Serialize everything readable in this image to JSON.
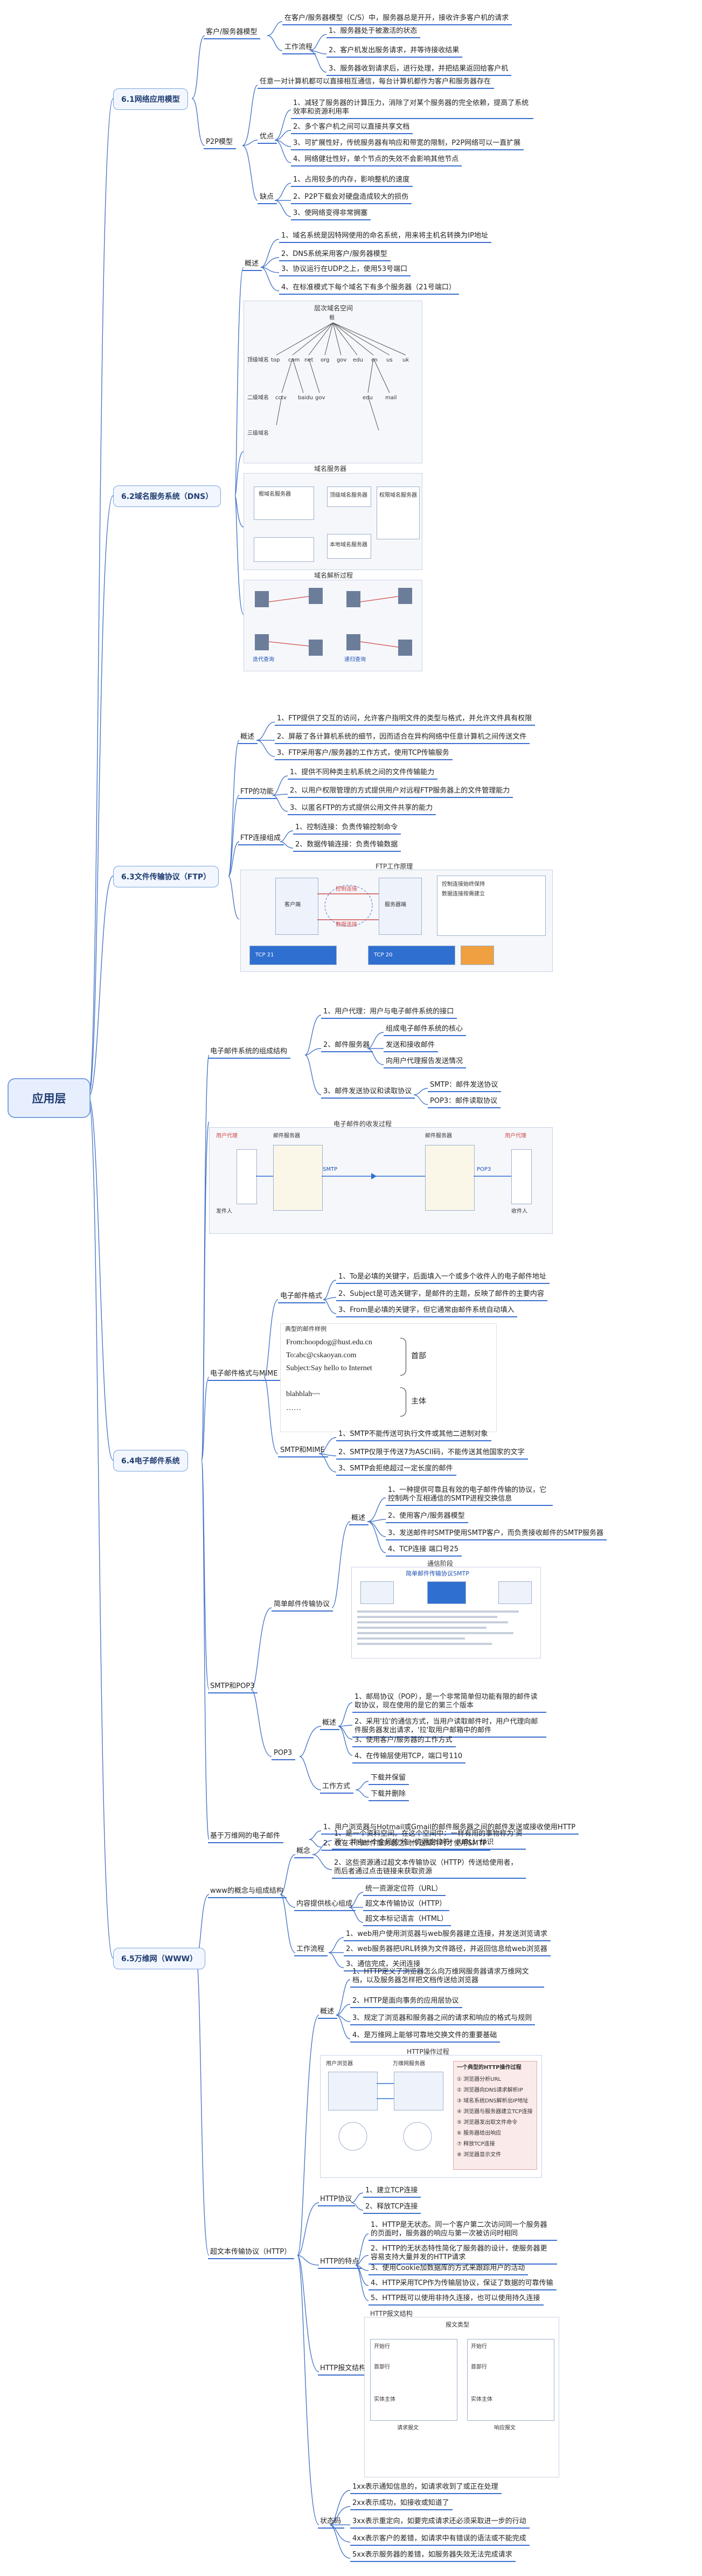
{
  "root": {
    "label": "应用层"
  },
  "sections": {
    "s1": {
      "label": "6.1网络应用模型"
    },
    "s2": {
      "label": "6.2域名服务系统（DNS）"
    },
    "s3": {
      "label": "6.3文件传输协议（FTP）"
    },
    "s4": {
      "label": "6.4电子邮件系统"
    },
    "s5": {
      "label": "6.5万维网（WWW）"
    }
  },
  "s1": {
    "cs": {
      "label": "客户/服务器模型",
      "desc": "在客户/服务器模型（C/S）中，服务器总是开开，接收许多客户机的请求",
      "flow_label": "工作流程",
      "flow": [
        "1、服务器处于被激活的状态",
        "2、客户机发出服务请求，并等待接收结果",
        "3、服务器收到请求后，进行处理，并把结果返回给客户机"
      ]
    },
    "p2p": {
      "label": "P2P模型",
      "desc": "任意一对计算机都可以直接相互通信，每台计算机都作为客户和服务器存在",
      "adv_label": "优点",
      "adv": [
        "1、减轻了服务器的计算压力，消除了对某个服务器的完全依赖，提高了系统效率和资源利用率",
        "2、多个客户机之间可以直接共享文档",
        "3、可扩展性好，传统服务器有响应和带宽的限制，P2P网络可以一直扩展",
        "4、网络健壮性好，单个节点的失效不会影响其他节点"
      ],
      "dis_label": "缺点",
      "dis": [
        "1、占用较多的内存，影响整机的速度",
        "2、P2P下载会对硬盘造成较大的损伤",
        "3、使网络变得非常拥塞"
      ]
    }
  },
  "s2": {
    "overview_label": "概述",
    "overview": [
      "1、域名系统是因特网使用的命名系统，用来将主机名转换为IP地址",
      "2、DNS系统采用客户/服务器模型",
      "3、协议运行在UDP之上，使用53号端口",
      "4、在标准模式下每个域名下有多个服务器（21号端口）"
    ],
    "fig1_title": "层次域名空间",
    "fig2_title": "域名服务器",
    "fig3_title": "域名解析过程",
    "tree": {
      "root": "根",
      "level1": [
        "top",
        "com",
        "net",
        "org",
        "gov",
        "edu",
        "cn",
        "us",
        "uk"
      ],
      "level2": [
        "cctv",
        "baidu",
        "gov",
        "edu",
        "mail"
      ],
      "rows": [
        "顶级域名",
        "二级域名",
        "三级域名"
      ]
    },
    "server_tags": [
      "根域名服务器",
      "顶级域名服务器",
      "权限域名服务器",
      "本地域名服务器"
    ],
    "resolve_labels": [
      "迭代查询",
      "递归查询"
    ]
  },
  "s3": {
    "overview_label": "概述",
    "overview": [
      "1、FTP提供了交互的访问，允许客户指明文件的类型与格式，并允许文件具有权限",
      "2、屏蔽了各计算机系统的细节，因而适合在异构网络中任意计算机之间传送文件",
      "3、FTP采用客户/服务器的工作方式，使用TCP传输服务"
    ],
    "func_label": "FTP的功能",
    "func": [
      "1、提供不同种类主机系统之间的文件传输能力",
      "2、以用户权限管理的方式提供用户对远程FTP服务器上的文件管理能力",
      "3、以匿名FTP的方式提供公用文件共享的能力"
    ],
    "conn_label": "FTP连接组成",
    "conn": [
      "1、控制连接：负责传输控制命令",
      "2、数据传输连接：负责传输数据"
    ],
    "fig_title": "FTP工作原理",
    "fig_labels": {
      "client": "客户端",
      "server": "服务器端",
      "ctrl": "控制连接",
      "data": "数据连接",
      "port21": "TCP 21",
      "port20": "TCP 20",
      "note1": "控制连接始终保持",
      "note2": "数据连接按需建立"
    }
  },
  "s4": {
    "composition_label": "电子邮件系统的组成结构",
    "composition": [
      "1、用户代理：用户与电子邮件系统的接口"
    ],
    "mailserver_label": "2、邮件服务器",
    "mailserver": [
      "组成电子邮件系统的核心",
      "发送和接收邮件",
      "向用户代理报告发送情况"
    ],
    "protocol_label": "3、邮件发送协议和读取协议",
    "protocol": [
      "SMTP：邮件发送协议",
      "POP3：邮件读取协议"
    ],
    "fig1_title": "电子邮件的收发过程",
    "fig1_labels": {
      "ua_send": "用户代理",
      "ua_recv": "用户代理",
      "srv_send": "邮件服务器",
      "srv_recv": "邮件服务器",
      "smtp": "SMTP",
      "pop3": "POP3",
      "sender": "发件人",
      "receiver": "收件人"
    },
    "format_label": "电子邮件格式与MIME",
    "mailformat_label": "电子邮件格式",
    "mailformat": [
      "1、To是必填的关键字，后面填入一个或多个收件人的电子邮件地址",
      "2、Subject是可选关键字，是邮件的主题，反映了邮件的主要内容",
      "3、From是必填的关键字，但它通常由邮件系统自动填入"
    ],
    "sample_title": "典型的邮件样例",
    "sample_header": [
      "From:hoopdog@hust.edu.cn",
      "To:abc@cskaoyan.com",
      "Subject:Say hello to Internet"
    ],
    "sample_body": [
      "blahblah~~",
      "……"
    ],
    "header_brace": "首部",
    "body_brace": "主体",
    "mime_label": "SMTP和MIME",
    "mime": [
      "1、SMTP不能传送可执行文件或其他二进制对象",
      "2、SMTP仅限于传送7为ASCII码，不能传送其他国家的文字",
      "3、SMTP会拒绝超过一定长度的邮件"
    ],
    "smtppop_label": "SMTP和POP3",
    "smtp_label": "简单邮件传输协议",
    "smtp_ov_label": "概述",
    "smtp_ov": [
      "1、一种提供可靠且有效的电子邮件传输的协议，它控制两个互相通信的SMTP进程交换信息",
      "2、使用客户/服务器模型",
      "3、发送邮件时SMTP使用SMTP客户，而负责接收邮件的SMTP服务器",
      "4、TCP连接 端口号25"
    ],
    "smtp_fig_title": "通信阶段",
    "smtp_fig_head": "简单邮件传输协议SMTP",
    "pop3_label": "POP3",
    "pop3_ov_label": "概述",
    "pop3_ov": [
      "1、邮局协议（POP），是一个非常简单但功能有限的邮件读取协议，现在使用的是它的第三个版本",
      "2、采用'拉'的通信方式，当用户读取邮件时，用户代理向邮件服务器发出请求，'拉'取用户邮箱中的邮件",
      "3、使用客户/服务器的工作方式",
      "4、在传输层使用TCP，端口号110"
    ],
    "mode_label": "工作方式",
    "mode": [
      "下载并保留",
      "下载并删除"
    ],
    "web_label": "基于万维网的电子邮件",
    "web": [
      "1、用户浏览器与Hotmail或Gmail的邮件服务器之间的邮件发送或接收使用HTTP",
      "2、仅在不同邮件服务器之间传送邮件时才使用SMTP"
    ]
  },
  "s5": {
    "concept_label": "www的概念与组成结构",
    "concept_ov_label": "概念",
    "concept_ov": [
      "1、是一个资料空间。在这个空间中：一样有用的事物称为'资源'，并由一个全局的'统一资源定位符'（URL）标识",
      "2、这些资源通过超文本传输协议（HTTP）传送给使用者，而后者通过点击链接来获取资源"
    ],
    "content_label": "内容提供核心组成",
    "content": [
      "统一资源定位符（URL）",
      "超文本传输协议（HTTP）",
      "超文本标记语言（HTML）"
    ],
    "work_label": "工作流程",
    "work": [
      "1、web用户使用浏览器与web服务器建立连接，并发送浏览请求",
      "2、web服务器把URL转换为文件路径，并返回信息给web浏览器",
      "3、通信完成，关闭连接"
    ],
    "http_label": "超文本传输协议（HTTP）",
    "http_ov_label": "概述",
    "http_ov": [
      "1、HTTP定义了浏览器怎么向万维网服务器请求万维网文档，以及服务器怎样把文档传送给浏览器",
      "2、HTTP是面向事务的应用层协议",
      "3、规定了浏览器和服务器之间的请求和响应的格式与规则",
      "4、是万维网上能够可靠地交换文件的重要基础"
    ],
    "http_fig_title": "HTTP操作过程",
    "http_fig_labels": {
      "browser": "用户浏览器",
      "server": "万维网服务器",
      "steps_title": "一个典型的HTTP操作过程",
      "steps": [
        "① 浏览器分析URL",
        "② 浏览器向DNS请求解析IP",
        "③ 域名系统DNS解析出IP地址",
        "④ 浏览器与服务器建立TCP连接",
        "⑤ 浏览器发出取文件命令",
        "⑥ 服务器给出响应",
        "⑦ 释放TCP连接",
        "⑧ 浏览器显示文件"
      ]
    },
    "http_proto_label": "HTTP协议",
    "http_proto": [
      "1、建立TCP连接",
      "2、释放TCP连接"
    ],
    "http_feat_label": "HTTP的特点",
    "http_feat": [
      "1、HTTP是无状态。同一个客户第二次访问同一个服务器的页面时，服务器的响应与第一次被访问时相同",
      "2、HTTP的无状态特性简化了服务器的设计，使服务器更容易支持大量并发的HTTP请求",
      "3、使用Cookie加数据库的方式来跟踪用户的活动",
      "4、HTTP采用TCP作为传输层协议，保证了数据的可靠传输",
      "5、HTTP既可以使用非持久连接，也可以使用持久连接"
    ],
    "msg_label": "HTTP报文结构",
    "msg_fig_title": "HTTP报文结构",
    "msg_fig_head": "报文类型",
    "msg_fig_labels": {
      "req": "请求报文",
      "resp": "响应报文",
      "start": "开始行",
      "header": "首部行",
      "body": "实体主体"
    },
    "status_label": "状态码",
    "status": [
      "1xx表示通知信息的，如请求收到了或正在处理",
      "2xx表示成功，如接收或知道了",
      "3xx表示重定向，如要完成请求还必须采取进一步的行动",
      "4xx表示客户的差错，如请求中有错误的语法或不能完成",
      "5xx表示服务器的差错，如服务器失效无法完成请求"
    ]
  }
}
